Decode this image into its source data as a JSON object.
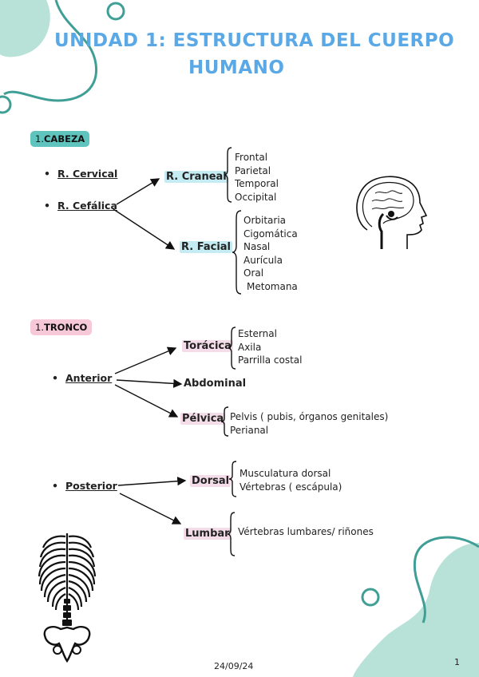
{
  "title_line1": "UNIDAD 1: ESTRUCTURA DEL CUERPO",
  "title_line2": "HUMANO",
  "section1": {
    "number": "1.",
    "label": "CABEZA",
    "bullets": [
      "R. Cervical",
      "R. Cefálica"
    ],
    "craneal": {
      "label": "R. Craneal",
      "items": [
        "Frontal",
        "Parietal",
        "Temporal",
        "Occipital"
      ]
    },
    "facial": {
      "label": "R. Facial",
      "items": [
        "Orbitaria",
        "Cigomática",
        "Nasal",
        "Aurícula",
        "Oral",
        "Metomana"
      ]
    }
  },
  "section2": {
    "number": "1.",
    "label": "TRONCO",
    "anterior": {
      "label": "Anterior",
      "toracica": {
        "label": "Torácica",
        "items": [
          "Esternal",
          "Axila",
          "Parrilla costal"
        ]
      },
      "abdominal": {
        "label": "Abdominal"
      },
      "pelvica": {
        "label": "Pélvica",
        "items": [
          "Pelvis ( pubis, órganos genitales)",
          "Perianal"
        ]
      }
    },
    "posterior": {
      "label": "Posterior",
      "dorsal": {
        "label": "Dorsal",
        "items": [
          "Musculatura dorsal",
          "Vértebras ( escápula)"
        ]
      },
      "lumbar": {
        "label": "Lumbar",
        "items": [
          "Vértebras lumbares/ riñones"
        ]
      }
    }
  },
  "footer": {
    "date": "24/09/24",
    "page": "1"
  },
  "colors": {
    "title": "#5aa9e6",
    "mint": "#a9ddd0",
    "teal_line": "#3a9e95",
    "cabeza_pill": "#5ec4bd",
    "tronco_pill": "#f6c8d8"
  }
}
